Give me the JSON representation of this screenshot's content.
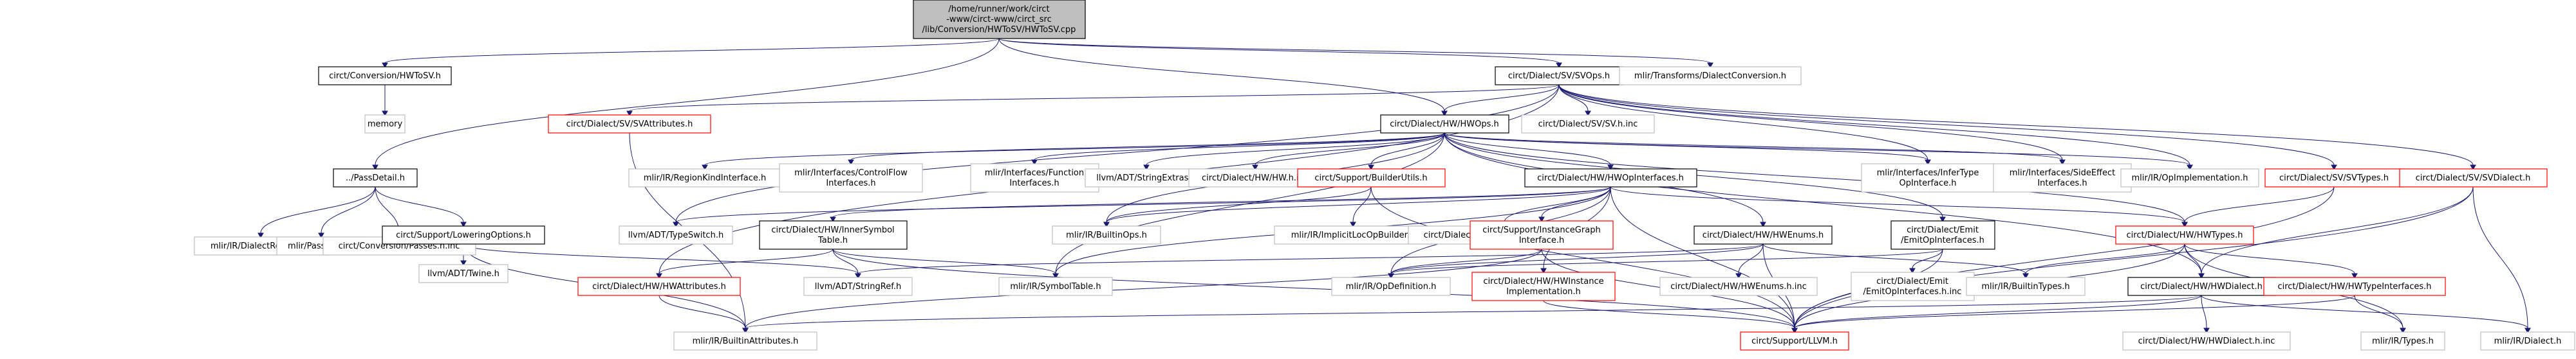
{
  "graph": {
    "nodes": [
      {
        "id": "root",
        "lines": [
          "/home/runner/work/circt",
          "-www/circt-www/circt_src",
          "/lib/Conversion/HWToSV/HWToSV.cpp"
        ],
        "style": "root"
      },
      {
        "id": "conv_hwtosv_h",
        "lines": [
          "circt/Conversion/HWToSV.h"
        ],
        "style": "black"
      },
      {
        "id": "memory",
        "lines": [
          "memory"
        ],
        "style": "gray"
      },
      {
        "id": "passdetail",
        "lines": [
          "../PassDetail.h"
        ],
        "style": "black"
      },
      {
        "id": "dialectregistry",
        "lines": [
          "mlir/IR/DialectRegistry.h"
        ],
        "style": "gray"
      },
      {
        "id": "pass",
        "lines": [
          "mlir/Pass/Pass.h"
        ],
        "style": "gray"
      },
      {
        "id": "passes_inc",
        "lines": [
          "circt/Conversion/Passes.h.inc"
        ],
        "style": "gray"
      },
      {
        "id": "loweringoptions",
        "lines": [
          "circt/Support/LoweringOptions.h"
        ],
        "style": "black"
      },
      {
        "id": "twine",
        "lines": [
          "llvm/ADT/Twine.h"
        ],
        "style": "gray"
      },
      {
        "id": "svops",
        "lines": [
          "circt/Dialect/SV/SVOps.h"
        ],
        "style": "black"
      },
      {
        "id": "dialectconversion",
        "lines": [
          "mlir/Transforms/DialectConversion.h"
        ],
        "style": "gray"
      },
      {
        "id": "svattributes",
        "lines": [
          "circt/Dialect/SV/SVAttributes.h"
        ],
        "style": "red"
      },
      {
        "id": "sv_h_inc",
        "lines": [
          "circt/Dialect/SV/SV.h.inc"
        ],
        "style": "gray"
      },
      {
        "id": "hwops",
        "lines": [
          "circt/Dialect/HW/HWOps.h"
        ],
        "style": "black"
      },
      {
        "id": "regionkind",
        "lines": [
          "mlir/IR/RegionKindInterface.h"
        ],
        "style": "gray"
      },
      {
        "id": "controlflow",
        "lines": [
          "mlir/Interfaces/ControlFlow",
          "Interfaces.h"
        ],
        "style": "gray"
      },
      {
        "id": "functionif",
        "lines": [
          "mlir/Interfaces/Function",
          "Interfaces.h"
        ],
        "style": "gray"
      },
      {
        "id": "stringextras",
        "lines": [
          "llvm/ADT/StringExtras.h"
        ],
        "style": "gray"
      },
      {
        "id": "hw_h_inc",
        "lines": [
          "circt/Dialect/HW/HW.h.inc"
        ],
        "style": "gray"
      },
      {
        "id": "builderutils",
        "lines": [
          "circt/Support/BuilderUtils.h"
        ],
        "style": "red"
      },
      {
        "id": "hwopinterfaces",
        "lines": [
          "circt/Dialect/HW/HWOpInterfaces.h"
        ],
        "style": "black"
      },
      {
        "id": "infertype",
        "lines": [
          "mlir/Interfaces/InferType",
          "OpInterface.h"
        ],
        "style": "gray"
      },
      {
        "id": "sideeffect",
        "lines": [
          "mlir/Interfaces/SideEffect",
          "Interfaces.h"
        ],
        "style": "gray"
      },
      {
        "id": "opimplementation",
        "lines": [
          "mlir/IR/OpImplementation.h"
        ],
        "style": "gray"
      },
      {
        "id": "svtypes",
        "lines": [
          "circt/Dialect/SV/SVTypes.h"
        ],
        "style": "red"
      },
      {
        "id": "svdialect",
        "lines": [
          "circt/Dialect/SV/SVDialect.h"
        ],
        "style": "red"
      },
      {
        "id": "typeswitch",
        "lines": [
          "llvm/ADT/TypeSwitch.h"
        ],
        "style": "gray"
      },
      {
        "id": "innersymbol",
        "lines": [
          "circt/Dialect/HW/InnerSymbol",
          "Table.h"
        ],
        "style": "black"
      },
      {
        "id": "builtinops",
        "lines": [
          "mlir/IR/BuiltinOps.h"
        ],
        "style": "gray"
      },
      {
        "id": "implicitloc",
        "lines": [
          "mlir/IR/ImplicitLocOpBuilder.h"
        ],
        "style": "gray"
      },
      {
        "id": "hwopinterfaces_inc",
        "lines": [
          "circt/Dialect/HW/HWOpInterfaces.h.inc"
        ],
        "style": "gray"
      },
      {
        "id": "instancegraph",
        "lines": [
          "circt/Support/InstanceGraph",
          "Interface.h"
        ],
        "style": "red"
      },
      {
        "id": "hwenums",
        "lines": [
          "circt/Dialect/HW/HWEnums.h"
        ],
        "style": "black"
      },
      {
        "id": "emitopif",
        "lines": [
          "circt/Dialect/Emit",
          "/EmitOpInterfaces.h"
        ],
        "style": "black"
      },
      {
        "id": "hwtypes",
        "lines": [
          "circt/Dialect/HW/HWTypes.h"
        ],
        "style": "red"
      },
      {
        "id": "hwattributes",
        "lines": [
          "circt/Dialect/HW/HWAttributes.h"
        ],
        "style": "red"
      },
      {
        "id": "stringref",
        "lines": [
          "llvm/ADT/StringRef.h"
        ],
        "style": "gray"
      },
      {
        "id": "symboltable",
        "lines": [
          "mlir/IR/SymbolTable.h"
        ],
        "style": "gray"
      },
      {
        "id": "opdefinition",
        "lines": [
          "mlir/IR/OpDefinition.h"
        ],
        "style": "gray"
      },
      {
        "id": "hwinstanceimpl",
        "lines": [
          "circt/Dialect/HW/HWInstance",
          "Implementation.h"
        ],
        "style": "red"
      },
      {
        "id": "hwenums_inc",
        "lines": [
          "circt/Dialect/HW/HWEnums.h.inc"
        ],
        "style": "gray"
      },
      {
        "id": "emitopif_inc",
        "lines": [
          "circt/Dialect/Emit",
          "/EmitOpInterfaces.h.inc"
        ],
        "style": "gray"
      },
      {
        "id": "builtintypes",
        "lines": [
          "mlir/IR/BuiltinTypes.h"
        ],
        "style": "gray"
      },
      {
        "id": "hwdialect",
        "lines": [
          "circt/Dialect/HW/HWDialect.h"
        ],
        "style": "black"
      },
      {
        "id": "hwtypeinterfaces",
        "lines": [
          "circt/Dialect/HW/HWTypeInterfaces.h"
        ],
        "style": "red"
      },
      {
        "id": "builtinattributes",
        "lines": [
          "mlir/IR/BuiltinAttributes.h"
        ],
        "style": "gray"
      },
      {
        "id": "llvm_h",
        "lines": [
          "circt/Support/LLVM.h"
        ],
        "style": "red"
      },
      {
        "id": "hwdialect_inc",
        "lines": [
          "circt/Dialect/HW/HWDialect.h.inc"
        ],
        "style": "gray"
      },
      {
        "id": "types",
        "lines": [
          "mlir/IR/Types.h"
        ],
        "style": "gray"
      },
      {
        "id": "dialect",
        "lines": [
          "mlir/IR/Dialect.h"
        ],
        "style": "gray"
      }
    ],
    "edges": [
      [
        "root",
        "conv_hwtosv_h"
      ],
      [
        "root",
        "passdetail"
      ],
      [
        "root",
        "svops"
      ],
      [
        "root",
        "dialectconversion"
      ],
      [
        "root",
        "hwops"
      ],
      [
        "conv_hwtosv_h",
        "memory"
      ],
      [
        "passdetail",
        "dialectregistry"
      ],
      [
        "passdetail",
        "pass"
      ],
      [
        "passdetail",
        "passes_inc"
      ],
      [
        "passdetail",
        "loweringoptions"
      ],
      [
        "loweringoptions",
        "twine"
      ],
      [
        "loweringoptions",
        "stringref"
      ],
      [
        "loweringoptions",
        "builtinattributes"
      ],
      [
        "svops",
        "svattributes"
      ],
      [
        "svops",
        "sv_h_inc"
      ],
      [
        "svops",
        "hwops"
      ],
      [
        "svops",
        "svtypes"
      ],
      [
        "svops",
        "svdialect"
      ],
      [
        "svops",
        "infertype"
      ],
      [
        "svops",
        "sideeffect"
      ],
      [
        "svops",
        "opimplementation"
      ],
      [
        "svops",
        "typeswitch"
      ],
      [
        "svops",
        "hwattributes"
      ],
      [
        "svattributes",
        "builtinattributes"
      ],
      [
        "hwops",
        "regionkind"
      ],
      [
        "hwops",
        "controlflow"
      ],
      [
        "hwops",
        "functionif"
      ],
      [
        "hwops",
        "stringextras"
      ],
      [
        "hwops",
        "hw_h_inc"
      ],
      [
        "hwops",
        "builderutils"
      ],
      [
        "hwops",
        "hwopinterfaces"
      ],
      [
        "hwops",
        "infertype"
      ],
      [
        "hwops",
        "sideeffect"
      ],
      [
        "hwops",
        "opimplementation"
      ],
      [
        "hwops",
        "hwtypes"
      ],
      [
        "hwops",
        "hwenums"
      ],
      [
        "hwops",
        "emitopif"
      ],
      [
        "hwops",
        "hwdialect"
      ],
      [
        "hwops",
        "builtinops"
      ],
      [
        "hwops",
        "symboltable"
      ],
      [
        "builderutils",
        "builtinops"
      ],
      [
        "builderutils",
        "implicitloc"
      ],
      [
        "builderutils",
        "llvm_h"
      ],
      [
        "hwopinterfaces",
        "typeswitch"
      ],
      [
        "hwopinterfaces",
        "innersymbol"
      ],
      [
        "hwopinterfaces",
        "builtinops"
      ],
      [
        "hwopinterfaces",
        "hwopinterfaces_inc"
      ],
      [
        "hwopinterfaces",
        "instancegraph"
      ],
      [
        "hwopinterfaces",
        "hwtypes"
      ],
      [
        "hwopinterfaces",
        "opdefinition"
      ],
      [
        "hwopinterfaces",
        "hwinstanceimpl"
      ],
      [
        "hwopinterfaces",
        "symboltable"
      ],
      [
        "hwopinterfaces",
        "llvm_h"
      ],
      [
        "innersymbol",
        "hwattributes"
      ],
      [
        "innersymbol",
        "stringref"
      ],
      [
        "innersymbol",
        "symboltable"
      ],
      [
        "innersymbol",
        "llvm_h"
      ],
      [
        "instancegraph",
        "opdefinition"
      ],
      [
        "instancegraph",
        "llvm_h"
      ],
      [
        "instancegraph",
        "builtinattributes"
      ],
      [
        "hwenums",
        "hwenums_inc"
      ],
      [
        "hwenums",
        "builtintypes"
      ],
      [
        "hwenums",
        "opdefinition"
      ],
      [
        "hwenums",
        "llvm_h"
      ],
      [
        "hwenums",
        "stringref"
      ],
      [
        "emitopif",
        "emitopif_inc"
      ],
      [
        "emitopif",
        "opdefinition"
      ],
      [
        "emitopif",
        "llvm_h"
      ],
      [
        "hwtypes",
        "hwdialect"
      ],
      [
        "hwtypes",
        "hwtypeinterfaces"
      ],
      [
        "hwtypes",
        "builtintypes"
      ],
      [
        "hwtypes",
        "llvm_h"
      ],
      [
        "hwtypes",
        "types"
      ],
      [
        "hwattributes",
        "builtinattributes"
      ],
      [
        "hwinstanceimpl",
        "llvm_h"
      ],
      [
        "hwdialect",
        "hwdialect_inc"
      ],
      [
        "hwdialect",
        "dialect"
      ],
      [
        "hwdialect",
        "llvm_h"
      ],
      [
        "hwdialect",
        "builtinattributes"
      ],
      [
        "hwtypeinterfaces",
        "types"
      ],
      [
        "hwtypeinterfaces",
        "llvm_h"
      ],
      [
        "svtypes",
        "hwtypes"
      ],
      [
        "svtypes",
        "llvm_h"
      ],
      [
        "svdialect",
        "hwdialect"
      ],
      [
        "svdialect",
        "dialect"
      ],
      [
        "svdialect",
        "llvm_h"
      ]
    ]
  }
}
